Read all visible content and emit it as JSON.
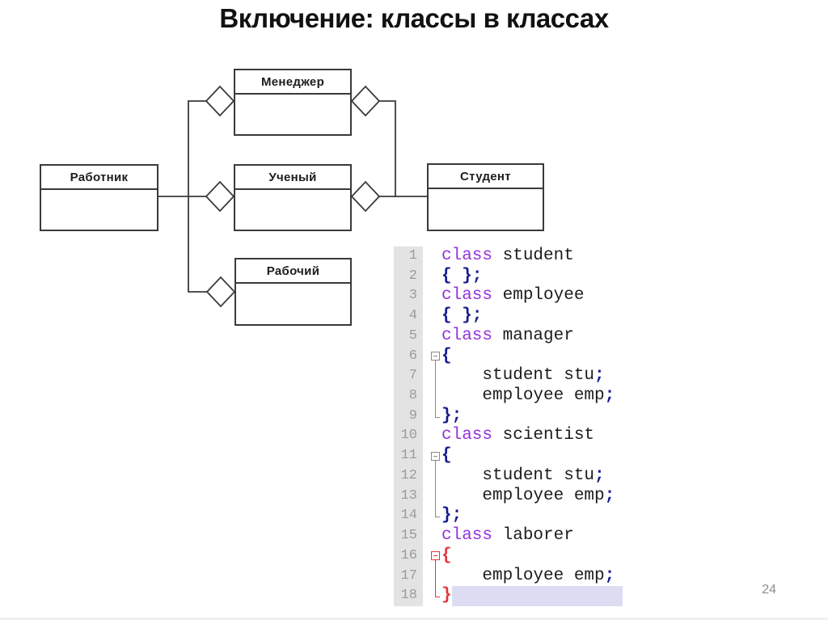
{
  "slide": {
    "title": "Включение: классы в классах",
    "page_number": "24"
  },
  "diagram": {
    "boxes": [
      {
        "label": "Менеджер"
      },
      {
        "label": "Работник"
      },
      {
        "label": "Ученый"
      },
      {
        "label": "Студент"
      },
      {
        "label": "Рабочий"
      }
    ]
  },
  "code_editor": {
    "colors": {
      "keyword": "#9632dc",
      "identifier": "#1c1c1c",
      "punctuation": "#151b8d",
      "punctuation_highlight": "#e0373c",
      "line_number": "#9b9b9b",
      "gutter_bg": "#e3e3e3",
      "selection_bg": "#dcdcf3",
      "fold_gray": "#8a8a8a",
      "fold_red": "#e0373c"
    },
    "lines": [
      {
        "n": "1",
        "fold": "none",
        "tokens": [
          {
            "c": "kw",
            "t": "class"
          },
          {
            "c": "id",
            "t": " student"
          }
        ]
      },
      {
        "n": "2",
        "fold": "none",
        "tokens": [
          {
            "c": "p",
            "t": "{ };"
          }
        ]
      },
      {
        "n": "3",
        "fold": "none",
        "tokens": [
          {
            "c": "kw",
            "t": "class"
          },
          {
            "c": "id",
            "t": " employee"
          }
        ]
      },
      {
        "n": "4",
        "fold": "none",
        "tokens": [
          {
            "c": "p",
            "t": "{ };"
          }
        ]
      },
      {
        "n": "5",
        "fold": "none",
        "tokens": [
          {
            "c": "kw",
            "t": "class"
          },
          {
            "c": "id",
            "t": " manager"
          }
        ]
      },
      {
        "n": "6",
        "fold": "open",
        "fold_color": "gray",
        "tokens": [
          {
            "c": "p",
            "t": "{"
          }
        ]
      },
      {
        "n": "7",
        "fold": "mid",
        "fold_color": "gray",
        "tokens": [
          {
            "c": "id",
            "t": "    student stu"
          },
          {
            "c": "p",
            "t": ";"
          }
        ]
      },
      {
        "n": "8",
        "fold": "mid",
        "fold_color": "gray",
        "tokens": [
          {
            "c": "id",
            "t": "    employee emp"
          },
          {
            "c": "p",
            "t": ";"
          }
        ]
      },
      {
        "n": "9",
        "fold": "close",
        "fold_color": "gray",
        "tokens": [
          {
            "c": "p",
            "t": "};"
          }
        ]
      },
      {
        "n": "10",
        "fold": "none",
        "tokens": [
          {
            "c": "kw",
            "t": "class"
          },
          {
            "c": "id",
            "t": " scientist"
          }
        ]
      },
      {
        "n": "11",
        "fold": "open",
        "fold_color": "gray",
        "tokens": [
          {
            "c": "p",
            "t": "{"
          }
        ]
      },
      {
        "n": "12",
        "fold": "mid",
        "fold_color": "gray",
        "tokens": [
          {
            "c": "id",
            "t": "    student stu"
          },
          {
            "c": "p",
            "t": ";"
          }
        ]
      },
      {
        "n": "13",
        "fold": "mid",
        "fold_color": "gray",
        "tokens": [
          {
            "c": "id",
            "t": "    employee emp"
          },
          {
            "c": "p",
            "t": ";"
          }
        ]
      },
      {
        "n": "14",
        "fold": "close",
        "fold_color": "gray",
        "tokens": [
          {
            "c": "p",
            "t": "};"
          }
        ]
      },
      {
        "n": "15",
        "fold": "none",
        "tokens": [
          {
            "c": "kw",
            "t": "class"
          },
          {
            "c": "id",
            "t": " laborer"
          }
        ]
      },
      {
        "n": "16",
        "fold": "open",
        "fold_color": "red",
        "tokens": [
          {
            "c": "pr",
            "t": "{"
          }
        ]
      },
      {
        "n": "17",
        "fold": "mid",
        "fold_color": "red",
        "tokens": [
          {
            "c": "id",
            "t": "    employee emp"
          },
          {
            "c": "p",
            "t": ";"
          }
        ]
      },
      {
        "n": "18",
        "fold": "close",
        "fold_color": "red",
        "tokens": [
          {
            "c": "pr",
            "t": "}"
          }
        ],
        "selected": true
      }
    ]
  }
}
